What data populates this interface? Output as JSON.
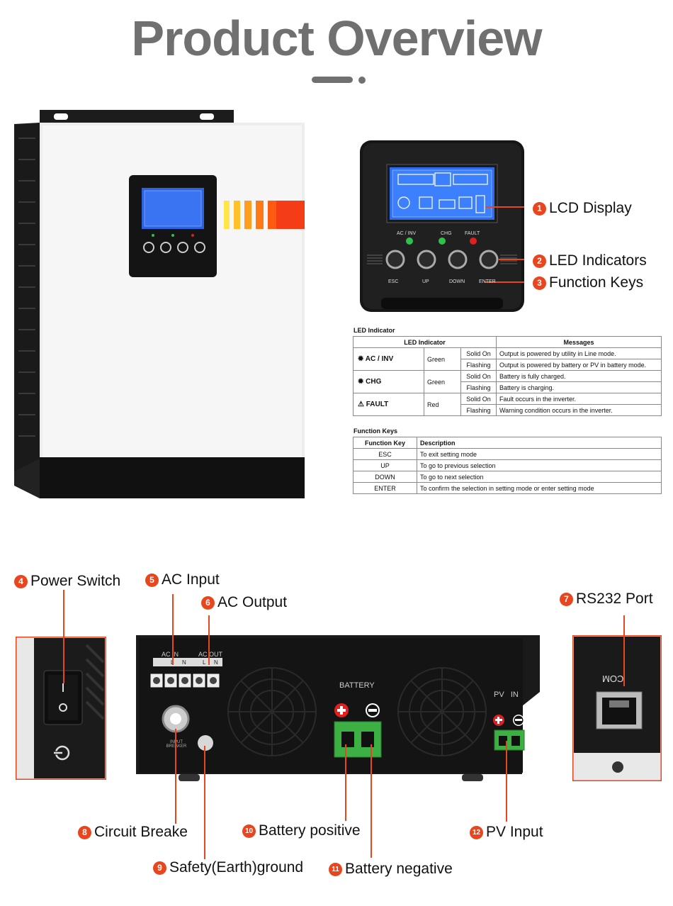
{
  "title": "Product Overview",
  "front_panel": {
    "callouts": [
      {
        "num": "1",
        "label": "LCD Display"
      },
      {
        "num": "2",
        "label": "LED Indicators"
      },
      {
        "num": "3",
        "label": "Function Keys"
      }
    ],
    "led_labels": [
      "AC / INV",
      "CHG",
      "FAULT"
    ],
    "key_labels": [
      "ESC",
      "UP",
      "DOWN",
      "ENTER"
    ]
  },
  "led_table": {
    "caption": "LED Indicator",
    "headers": [
      "LED Indicator",
      "Messages"
    ],
    "rows": [
      {
        "indicator": "AC / INV",
        "color": "Green",
        "state": "Solid On",
        "message": "Output is powered by utility in Line mode."
      },
      {
        "indicator": "",
        "color": "",
        "state": "Flashing",
        "message": "Output is powered by battery or PV in battery mode."
      },
      {
        "indicator": "CHG",
        "color": "Green",
        "state": "Solid On",
        "message": "Battery is fully charged."
      },
      {
        "indicator": "",
        "color": "",
        "state": "Flashing",
        "message": "Battery is charging."
      },
      {
        "indicator": "FAULT",
        "color": "Red",
        "state": "Solid On",
        "message": "Fault occurs in the inverter."
      },
      {
        "indicator": "",
        "color": "",
        "state": "Flashing",
        "message": "Warning condition occurs in the inverter."
      }
    ]
  },
  "keys_table": {
    "caption": "Function Keys",
    "headers": [
      "Function Key",
      "Description"
    ],
    "rows": [
      {
        "key": "ESC",
        "desc": "To exit setting mode"
      },
      {
        "key": "UP",
        "desc": "To go to previous selection"
      },
      {
        "key": "DOWN",
        "desc": "To go to next selection"
      },
      {
        "key": "ENTER",
        "desc": "To confirm the selection in setting mode or enter setting mode"
      }
    ]
  },
  "bottom_callouts": [
    {
      "num": "4",
      "label": "Power Switch"
    },
    {
      "num": "5",
      "label": "AC Input"
    },
    {
      "num": "6",
      "label": "AC Output"
    },
    {
      "num": "7",
      "label": "RS232 Port"
    },
    {
      "num": "8",
      "label": "Circuit Breake"
    },
    {
      "num": "9",
      "label": "Safety(Earth)ground"
    },
    {
      "num": "10",
      "label": "Battery positive"
    },
    {
      "num": "11",
      "label": "Battery negative"
    },
    {
      "num": "12",
      "label": "PV Input"
    }
  ],
  "bottom_panel": {
    "ac_in": "AC IN",
    "ac_out": "AC OUT",
    "terminal_letters": [
      "L",
      "N",
      "L",
      "N"
    ],
    "battery": "BATTERY",
    "pv_in": "PV   IN",
    "breaker": "INPUT BREAKER",
    "com": "COM"
  },
  "colors": {
    "accent": "#e8461e",
    "title": "#707070",
    "led_green": "#2ec24a",
    "led_red": "#e02020",
    "terminal_green": "#3cb043"
  }
}
